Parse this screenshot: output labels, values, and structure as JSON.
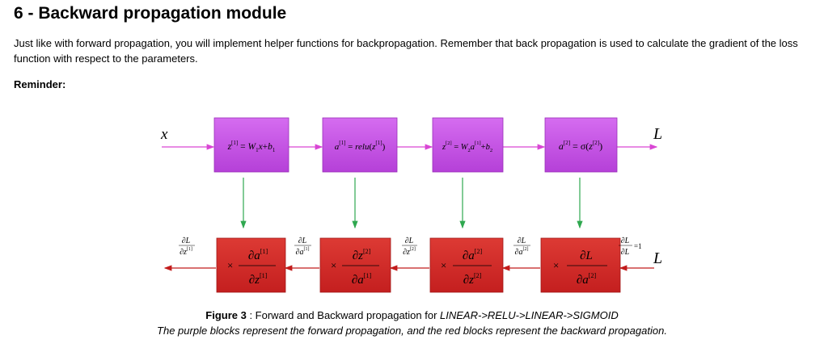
{
  "section": {
    "heading": "6 - Backward propagation module",
    "paragraph": "Just like with forward propagation, you will implement helper functions for backpropagation. Remember that back propagation is used to calculate the gradient of the loss function with respect to the parameters.",
    "reminder": "Reminder:"
  },
  "figure": {
    "input_label": "x",
    "output_label": "L",
    "forward_blocks": [
      "z[1] = W1x+b1",
      "a[1] = relu(z[1])",
      "z[2] = W2a[1]+b2",
      "a[2] = σ(z[2])"
    ],
    "backward_blocks": [
      "∂a[1]/∂z[1]",
      "∂z[2]/∂a[1]",
      "∂a[2]/∂z[2]",
      "∂L/∂a[2]"
    ],
    "gradient_labels": [
      "∂L/∂z[1]",
      "∂L/∂a[1]",
      "∂L/∂z[2]",
      "∂L/∂a[2]",
      "∂L/∂L = 1"
    ],
    "multiply_symbol": "×",
    "colors": {
      "forward": "#c653e6",
      "backward": "#d42a2a",
      "forward_arrow": "#d946d4",
      "backward_arrow": "#c21c1c",
      "vertical_arrow": "#2fa84f"
    }
  },
  "caption": {
    "label": "Figure 3",
    "separator": " : Forward and Backward propagation for ",
    "model": "LINEAR->RELU->LINEAR->SIGMOID",
    "line2": "The purple blocks represent the forward propagation, and the red blocks represent the backward propagation."
  }
}
